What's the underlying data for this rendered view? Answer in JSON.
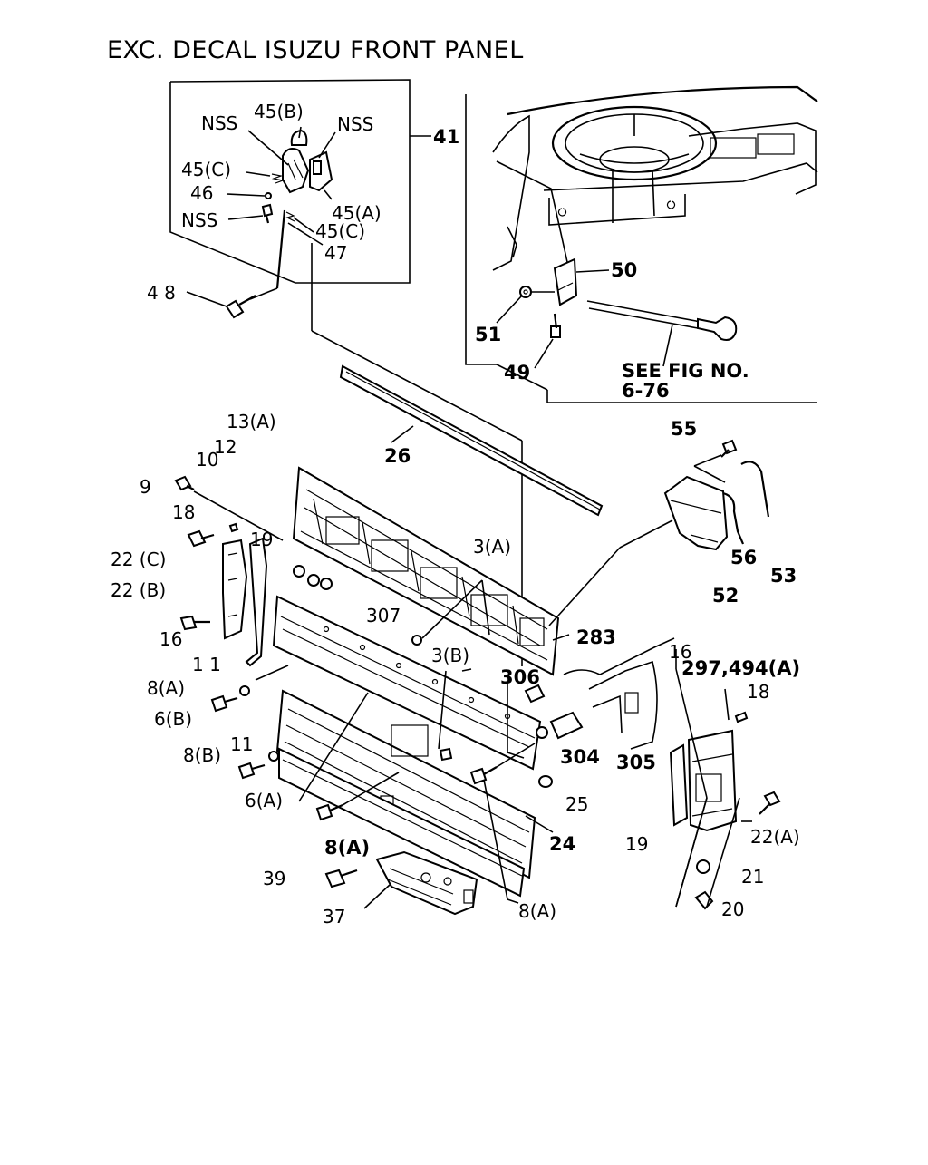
{
  "title": "EXC. DECAL ISUZU FRONT PANEL",
  "see_fig": {
    "line1": "SEE FIG NO.",
    "line2": "6-76"
  },
  "labels": {
    "nss_a": "NSS",
    "p45b": "45(B)",
    "nss_b": "NSS",
    "p41": "41",
    "p45c_a": "45(C)",
    "p46": "46",
    "p45a": "45(A)",
    "nss_c": "NSS",
    "p45c_b": "45(C)",
    "p47": "47",
    "p48": "4 8",
    "p50": "50",
    "p51": "51",
    "p49": "49",
    "p26": "26",
    "p13a": "13(A)",
    "p12": "12",
    "p10": "10",
    "p9": "9",
    "p18a": "18",
    "p19a": "19",
    "p22c": "22 (C)",
    "p22b": "22 (B)",
    "p16a": "16",
    "p3a": "3(A)",
    "p307": "307",
    "p283": "283",
    "p55": "55",
    "p56": "56",
    "p53": "53",
    "p52": "52",
    "p11a": "1 1",
    "p8a_a": "8(A)",
    "p6b": "6(B)",
    "p11b": "11",
    "p8b": "8(B)",
    "p3b": "3(B)",
    "p306": "306",
    "p16b": "16",
    "p297": "297,494(A)",
    "p18b": "18",
    "p304": "304",
    "p305": "305",
    "p25": "25",
    "p6a": "6(A)",
    "p24": "24",
    "p8a_b": "8(A)",
    "p19b": "19",
    "p22a": "22(A)",
    "p21": "21",
    "p39": "39",
    "p37": "37",
    "p8a_c": "8(A)",
    "p20": "20"
  }
}
